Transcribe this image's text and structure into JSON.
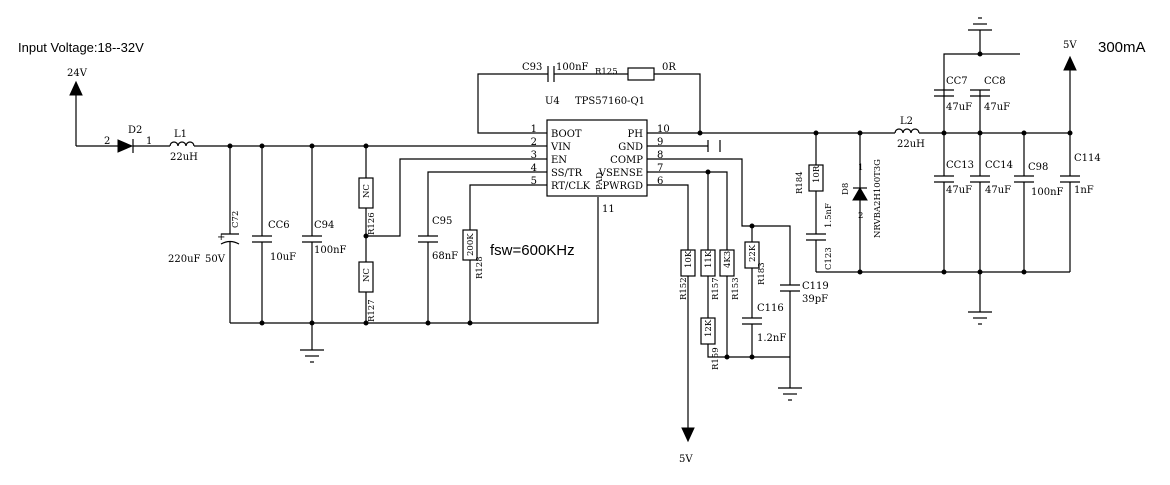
{
  "header": {
    "input_voltage": "Input Voltage:18--32V",
    "output_current": "300mA",
    "fsw": "fsw=600KHz"
  },
  "nets": {
    "vin": "24V",
    "vout_top": "5V",
    "vout_bottom": "5V"
  },
  "ic": {
    "ref": "U4",
    "part": "TPS57160-Q1",
    "pad_label": "PAD",
    "pad_pin": "11",
    "left_pins": [
      {
        "num": "1",
        "name": "BOOT"
      },
      {
        "num": "2",
        "name": "VIN"
      },
      {
        "num": "3",
        "name": "EN"
      },
      {
        "num": "4",
        "name": "SS/TR"
      },
      {
        "num": "5",
        "name": "RT/CLK"
      }
    ],
    "right_pins": [
      {
        "num": "10",
        "name": "PH"
      },
      {
        "num": "9",
        "name": "GND"
      },
      {
        "num": "8",
        "name": "COMP"
      },
      {
        "num": "7",
        "name": "VSENSE"
      },
      {
        "num": "6",
        "name": "PWRGD"
      }
    ]
  },
  "components": {
    "d2": {
      "ref": "D2",
      "pin_a": "2",
      "pin_k": "1"
    },
    "l1": {
      "ref": "L1",
      "value": "22uH"
    },
    "c72": {
      "ref": "C72",
      "value": "220uF",
      "voltage": "50V"
    },
    "cc6": {
      "ref": "CC6",
      "value": "10uF"
    },
    "c94": {
      "ref": "C94",
      "value": "100nF"
    },
    "r126": {
      "ref": "R126",
      "value": "NC"
    },
    "r127": {
      "ref": "R127",
      "value": "NC"
    },
    "c95": {
      "ref": "C95",
      "value": "68nF"
    },
    "r128": {
      "ref": "R128",
      "value": "200K"
    },
    "c93": {
      "ref": "C93",
      "value": "100nF"
    },
    "r125": {
      "ref": "R125",
      "value": "0R"
    },
    "r152": {
      "ref": "R152",
      "value": "10K"
    },
    "r157": {
      "ref": "R157",
      "value": "11K"
    },
    "r153": {
      "ref": "R153",
      "value": "4K3"
    },
    "r159": {
      "ref": "R159",
      "value": "12K"
    },
    "r183": {
      "ref": "R183",
      "value": "22K"
    },
    "c116": {
      "ref": "C116",
      "value": "1.2nF"
    },
    "c119": {
      "ref": "C119",
      "value": "39pF"
    },
    "r184": {
      "ref": "R184",
      "value": "10R"
    },
    "c123": {
      "ref": "C123",
      "value": "1.5nF"
    },
    "d8": {
      "ref": "D8",
      "part": "NRVBA2H100T3G",
      "pin_a": "2",
      "pin_k": "1"
    },
    "l2": {
      "ref": "L2",
      "value": "22uH"
    },
    "cc7": {
      "ref": "CC7",
      "value": "47uF"
    },
    "cc8": {
      "ref": "CC8",
      "value": "47uF"
    },
    "cc13": {
      "ref": "CC13",
      "value": "47uF"
    },
    "cc14": {
      "ref": "CC14",
      "value": "47uF"
    },
    "c98": {
      "ref": "C98",
      "value": "100nF"
    },
    "c114": {
      "ref": "C114",
      "value": "1nF"
    }
  }
}
